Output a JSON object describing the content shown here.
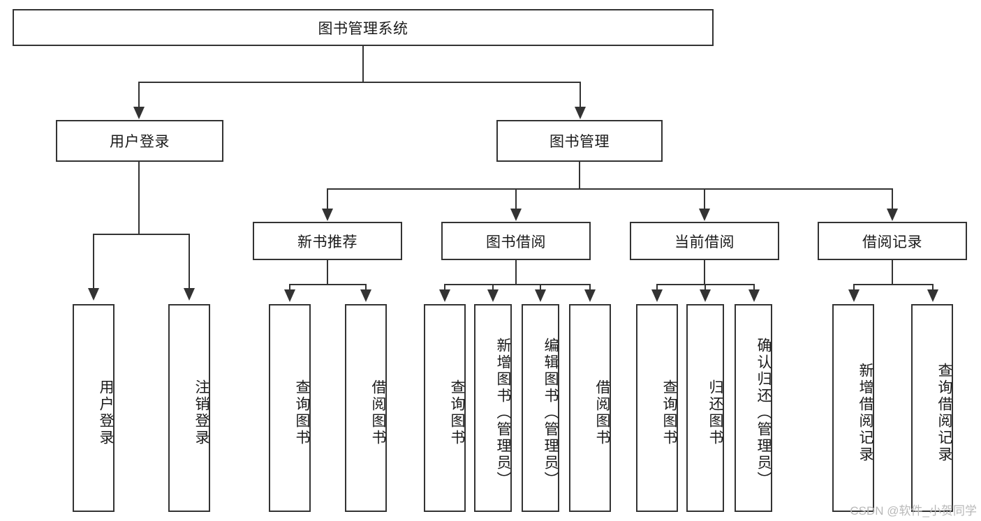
{
  "diagram": {
    "type": "tree-hierarchy-flowchart",
    "title": "图书管理系统",
    "root": {
      "id": "root",
      "label": "图书管理系统",
      "orientation": "horizontal"
    },
    "level2": [
      {
        "id": "user-login",
        "label": "用户登录",
        "orientation": "horizontal"
      },
      {
        "id": "book-management",
        "label": "图书管理",
        "orientation": "horizontal"
      }
    ],
    "level3": [
      {
        "id": "new-book-recommend",
        "label": "新书推荐",
        "orientation": "horizontal",
        "parent": "book-management"
      },
      {
        "id": "book-borrow",
        "label": "图书借阅",
        "orientation": "horizontal",
        "parent": "book-management"
      },
      {
        "id": "current-borrow",
        "label": "当前借阅",
        "orientation": "horizontal",
        "parent": "book-management"
      },
      {
        "id": "borrow-record",
        "label": "借阅记录",
        "orientation": "horizontal",
        "parent": "book-management"
      }
    ],
    "leaves": [
      {
        "id": "leaf-user-login",
        "label": "用户登录",
        "orientation": "vertical",
        "parent": "user-login"
      },
      {
        "id": "leaf-logout-login",
        "label": "注销登录",
        "orientation": "vertical",
        "parent": "user-login"
      },
      {
        "id": "leaf-query-book-1",
        "label": "查询图书",
        "orientation": "vertical",
        "parent": "new-book-recommend"
      },
      {
        "id": "leaf-borrow-book-1",
        "label": "借阅图书",
        "orientation": "vertical",
        "parent": "new-book-recommend"
      },
      {
        "id": "leaf-query-book-2",
        "label": "查询图书",
        "orientation": "vertical",
        "parent": "book-borrow"
      },
      {
        "id": "leaf-add-book-admin",
        "label": "新增图书（管理员）",
        "orientation": "vertical",
        "parent": "book-borrow"
      },
      {
        "id": "leaf-edit-book-admin",
        "label": "编辑图书（管理员）",
        "orientation": "vertical",
        "parent": "book-borrow"
      },
      {
        "id": "leaf-borrow-book-2",
        "label": "借阅图书",
        "orientation": "vertical",
        "parent": "book-borrow"
      },
      {
        "id": "leaf-query-book-3",
        "label": "查询图书",
        "orientation": "vertical",
        "parent": "current-borrow"
      },
      {
        "id": "leaf-return-book",
        "label": "归还图书",
        "orientation": "vertical",
        "parent": "current-borrow"
      },
      {
        "id": "leaf-confirm-return-admin",
        "label": "确认归还（管理员）",
        "orientation": "vertical",
        "parent": "current-borrow"
      },
      {
        "id": "leaf-add-borrow-record",
        "label": "新增借阅记录",
        "orientation": "vertical",
        "parent": "borrow-record"
      },
      {
        "id": "leaf-query-borrow-record",
        "label": "查询借阅记录",
        "orientation": "vertical",
        "parent": "borrow-record"
      }
    ],
    "colors": {
      "stroke": "#333333",
      "fill": "#ffffff",
      "text": "#1a1a1a",
      "watermark": "#b9b9b9"
    }
  },
  "watermark": {
    "text": "CSDN @软件_小贺同学"
  }
}
